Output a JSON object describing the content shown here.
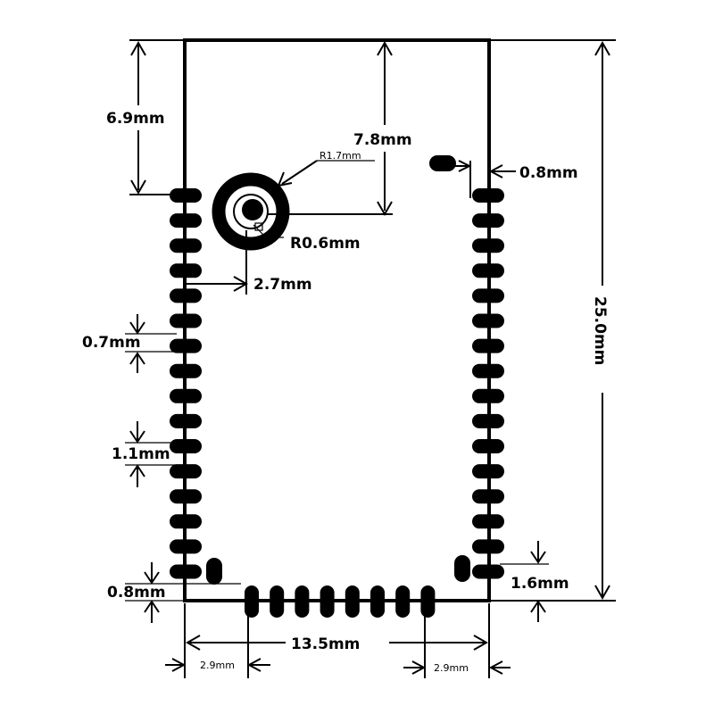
{
  "labels": {
    "top_edge_to_first_pad": "6.9mm",
    "top_edge_to_hole_center": "7.8mm",
    "hole_outer_radius": "R1.7mm",
    "hole_inner_radius": "R0.6mm",
    "left_edge_to_hole_center": "2.7mm",
    "pad_width": "0.7mm",
    "pad_pitch": "1.1mm",
    "bottom_pad_offset_left": "0.8mm",
    "right_pad_offset": "0.8mm",
    "right_bottom_offset": "1.6mm",
    "module_length": "25.0mm",
    "module_width": "13.5mm",
    "bottom_left_inset": "2.9mm",
    "bottom_right_inset": "2.9mm"
  },
  "pads": {
    "left_count": 16,
    "right_count": 16,
    "bottom_count": 8
  }
}
